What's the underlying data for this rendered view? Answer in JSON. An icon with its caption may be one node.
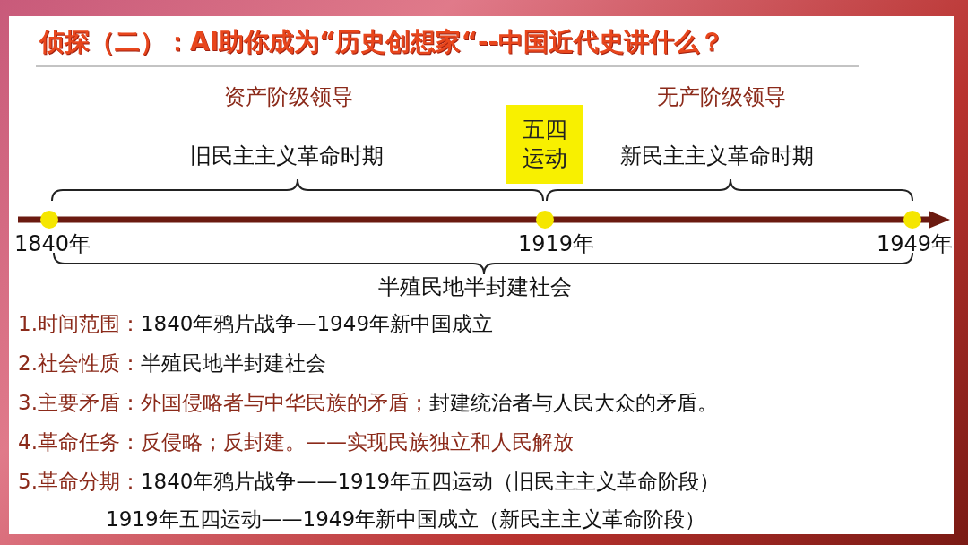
{
  "diagram": {
    "title": "侦探（二）：AI助你成为“历史创想家“--中国近代史讲什么？",
    "nodes": [
      {
        "text": [
          "五四运动"
        ]
      }
    ],
    "labels": [
      "资产阶级领导",
      "无产阶级领导",
      "旧民主主义革命时期",
      "新民主主义革命时期",
      "1840年",
      "1919年",
      "1949年",
      "半殖民地半封建社会",
      "1.时间范围：",
      "1840年鸦片战争—1949年新中国成立",
      "2.社会性质：",
      "半殖民地半封建社会",
      "3.主要矛盾：",
      "外国侵略者与中华民族的矛盾；",
      "封建统治者与人民大众的矛盾。",
      "4.革命任务：",
      "反侵略；反封建。——实现民族独立和人民解放",
      "5.革命分期：",
      "1840年鸦片战争——1919年五四运动（旧民主主义革命阶段）",
      "1919年五四运动——1949年新中国成立（新民主主义革命阶段）"
    ]
  }
}
